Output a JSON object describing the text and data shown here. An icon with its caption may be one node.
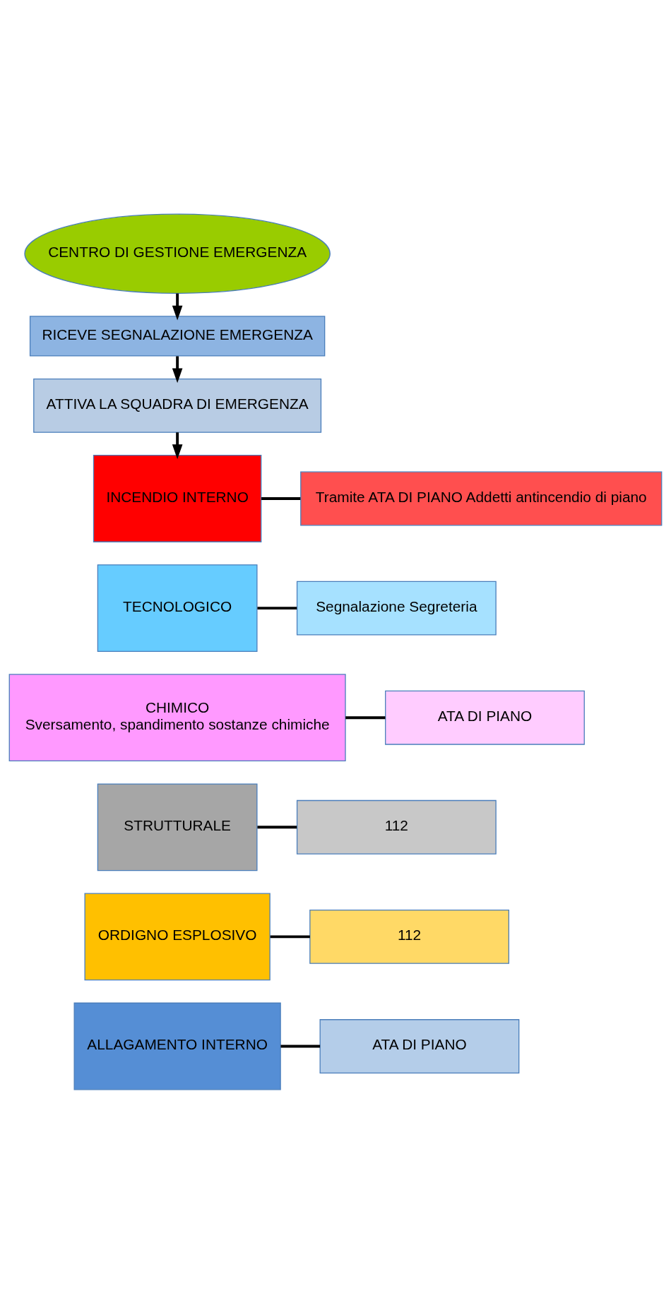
{
  "diagram": {
    "nodes": [
      {
        "text": [
          "CENTRO DI GESTIONE EMERGENZA"
        ]
      },
      {
        "text": [
          "RICEVE SEGNALAZIONE EMERGENZA"
        ]
      },
      {
        "text": [
          "ATTIVA LA SQUADRA DI EMERGENZA"
        ]
      },
      {
        "text": [
          "INCENDIO INTERNO"
        ]
      },
      {
        "text": [
          "Tramite ATA DI PIANO Addetti antincendio di piano"
        ]
      },
      {
        "text": [
          "TECNOLOGICO"
        ]
      },
      {
        "text": [
          "Segnalazione Segreteria"
        ]
      },
      {
        "text": [
          "CHIMICO",
          "Sversamento, spandimento sostanze chimiche"
        ]
      },
      {
        "text": [
          "ATA DI PIANO"
        ]
      },
      {
        "text": [
          "STRUTTURALE"
        ]
      },
      {
        "text": [
          "112"
        ]
      },
      {
        "text": [
          "ORDIGNO ESPLOSIVO"
        ]
      },
      {
        "text": [
          "112"
        ]
      },
      {
        "text": [
          "ALLAGAMENTO INTERNO"
        ]
      },
      {
        "text": [
          "ATA DI PIANO"
        ]
      }
    ],
    "edges": [
      {
        "from": 0,
        "to": 1,
        "arrow": "to"
      },
      {
        "from": 1,
        "to": 2,
        "arrow": "to"
      },
      {
        "from": 2,
        "to": 3,
        "arrow": "to"
      },
      {
        "from": 3,
        "to": 4,
        "arrow": "none"
      },
      {
        "from": 5,
        "to": 6,
        "arrow": "none"
      },
      {
        "from": 7,
        "to": 8,
        "arrow": "none"
      },
      {
        "from": 9,
        "to": 10,
        "arrow": "none"
      },
      {
        "from": 11,
        "to": 12,
        "arrow": "none"
      },
      {
        "from": 13,
        "to": 14,
        "arrow": "none"
      }
    ]
  }
}
